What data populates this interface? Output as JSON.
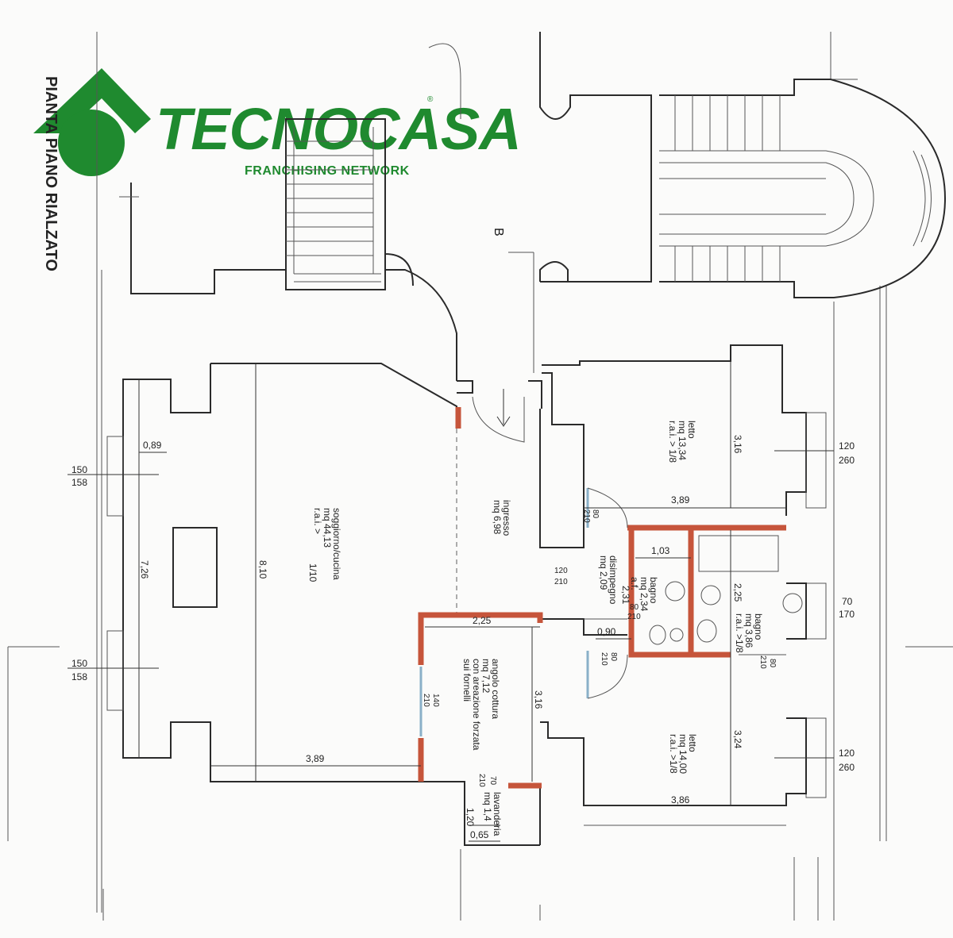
{
  "logo": {
    "name": "TECNOCASA",
    "registered": "®",
    "subtitle": "FRANCHISING NETWORK",
    "color": "#1f8a2f"
  },
  "plan": {
    "title": "PIANTA PIANO RIALZATO",
    "section_mark": "B",
    "rooms": {
      "soggiorno": {
        "name": "soggiorno/cucina",
        "area": "mq 44,13",
        "ratio": "r.a.i. >",
        "ratio_value": "1/10"
      },
      "ingresso": {
        "name": "ingresso",
        "area": "mq 6,98"
      },
      "disimpegno": {
        "name": "disimpegno",
        "area": "mq 2,09"
      },
      "letto1": {
        "name": "letto",
        "area": "mq 13,34",
        "ratio": "r.a.i. > 1/8"
      },
      "letto2": {
        "name": "letto",
        "area": "mq 14,00",
        "ratio": "r.a.i. >1/8"
      },
      "bagno1": {
        "name": "bagno",
        "area": "mq 2,34",
        "note": "a.f."
      },
      "bagno2": {
        "name": "bagno",
        "area": "mq 3,86",
        "ratio": "r.a.i. >1/8"
      },
      "cucina": {
        "name": "angolo cottura",
        "area": "mq 7,12",
        "note1": "con areazione forzata",
        "note2": "sui fornelli"
      },
      "lavanderia": {
        "name": "lavanderia",
        "area": "mq 1,4"
      }
    },
    "dimensions": {
      "d089": "0,89",
      "d726": "7,26",
      "d810": "8,10",
      "d389_bottom": "3,89",
      "d389_bed": "3,89",
      "d316_bed": "3,16",
      "d103": "1,03",
      "d231": "2,31",
      "d225_bath": "2,25",
      "d225_kitchen": "2,25",
      "d316_kitchen": "3,16",
      "d090": "0,90",
      "d324": "3,24",
      "d386": "3,86",
      "d120": "1,20",
      "d065": "0,65"
    },
    "openings": {
      "w150a": "150",
      "w158a": "158",
      "w150b": "150",
      "w158b": "158",
      "w120a": "120",
      "w260a": "260",
      "w70": "70",
      "w170": "170",
      "w120b": "120",
      "w260b": "260",
      "d80a": "80",
      "d210a": "210",
      "d120": "120",
      "d210b": "210",
      "d80b": "80",
      "d210c": "210",
      "d80c": "80",
      "d210d": "210",
      "d80d": "80",
      "d210e": "210",
      "d140": "140",
      "d210f": "210",
      "d70": "70",
      "d210g": "210"
    }
  }
}
